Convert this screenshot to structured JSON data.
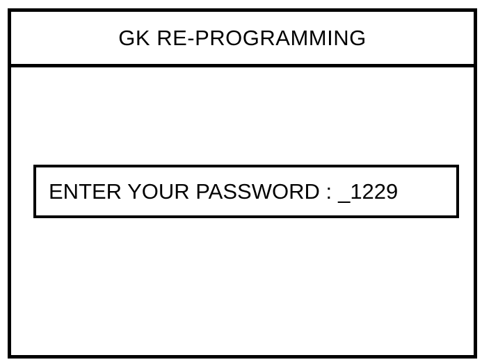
{
  "window": {
    "title": "GK RE-PROGRAMMING"
  },
  "password_prompt": {
    "label": "ENTER YOUR PASSWORD :",
    "entry": "_1229"
  },
  "colors": {
    "foreground": "#000000",
    "background": "#ffffff"
  }
}
